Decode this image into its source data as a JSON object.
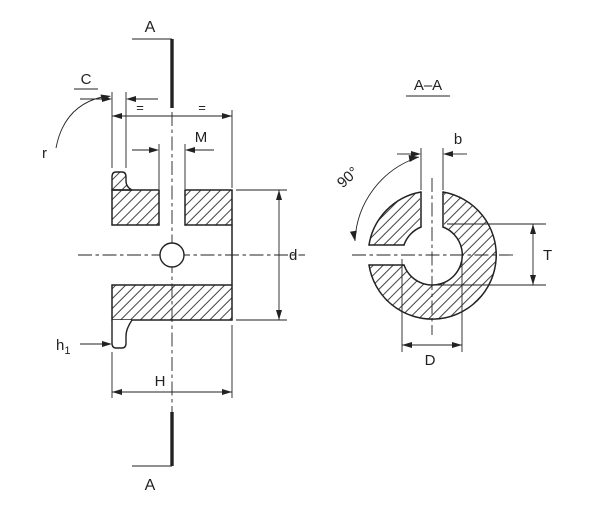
{
  "colors": {
    "line": "#222222",
    "background": "#ffffff"
  },
  "front_view": {
    "section_label_top": "A",
    "section_label_bottom": "A",
    "dim_c": "C",
    "dim_r": "r",
    "dim_m": "M",
    "dim_d": "d",
    "dim_h1_base": "h",
    "dim_h1_sub": "1",
    "dim_h": "H",
    "equal_mark_left": "=",
    "equal_mark_right": "="
  },
  "section_view": {
    "title": "A–A",
    "dim_b": "b",
    "dim_angle": "90°",
    "dim_t": "T",
    "dim_d": "D"
  }
}
